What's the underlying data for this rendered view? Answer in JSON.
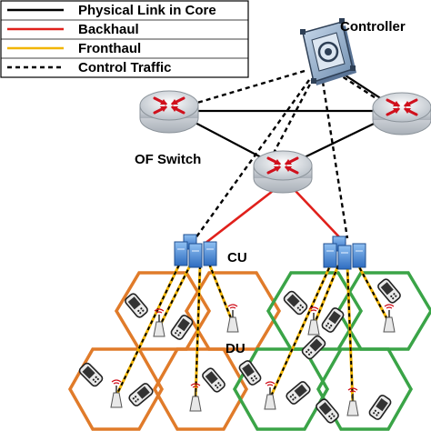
{
  "legend": {
    "items": [
      {
        "label": "Physical Link in Core",
        "style": "solid",
        "color": "#000000"
      },
      {
        "label": "Backhaul",
        "style": "solid",
        "color": "#e0201b"
      },
      {
        "label": "Fronthaul",
        "style": "solid",
        "color": "#f2b500"
      },
      {
        "label": "Control Traffic",
        "style": "dashed",
        "color": "#000000"
      }
    ]
  },
  "nodes": {
    "controller": "Controller",
    "of_switch": "OF Switch",
    "cu": "CU",
    "du": "DU"
  },
  "colors": {
    "core_link": "#000000",
    "backhaul": "#e0201b",
    "fronthaul": "#f2b500",
    "cell_left": "#e07b2a",
    "cell_right": "#3aa447",
    "switch_body": "#dfe3e8",
    "switch_arrows": "#d0101c",
    "server_blue": "#3f7fd0"
  }
}
